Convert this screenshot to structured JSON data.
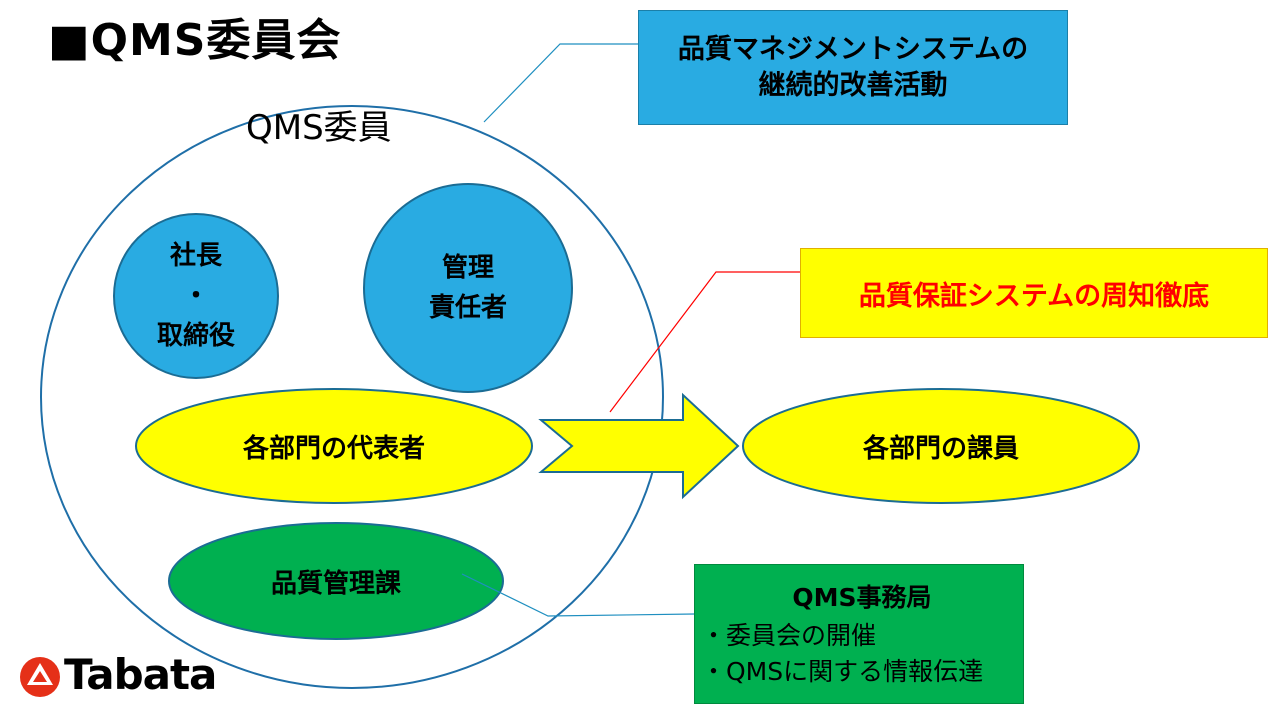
{
  "title": "■QMS委員会",
  "committee_label": "QMS委員",
  "members": {
    "president": [
      "社長",
      "・",
      "取締役"
    ],
    "manager": [
      "管理",
      "責任者"
    ],
    "dept_reps": "各部門の代表者",
    "qc_section": "品質管理課"
  },
  "target": "各部門の課員",
  "callouts": {
    "improvement": [
      "品質マネジメントシステムの",
      "継続的改善活動"
    ],
    "assurance": "品質保証システムの周知徹底",
    "secretariat": {
      "title": "QMS事務局",
      "items": [
        "・委員会の開催",
        "・QMSに関する情報伝達"
      ]
    }
  },
  "logo": {
    "text": "Tabata",
    "icon": "tabata-logo-icon"
  },
  "colors": {
    "blue": "#29abe2",
    "yellow": "#ffff00",
    "green": "#00b050",
    "red_text": "#ff0000",
    "line_blue": "#1f8fc0",
    "line_red": "#ff0000"
  }
}
